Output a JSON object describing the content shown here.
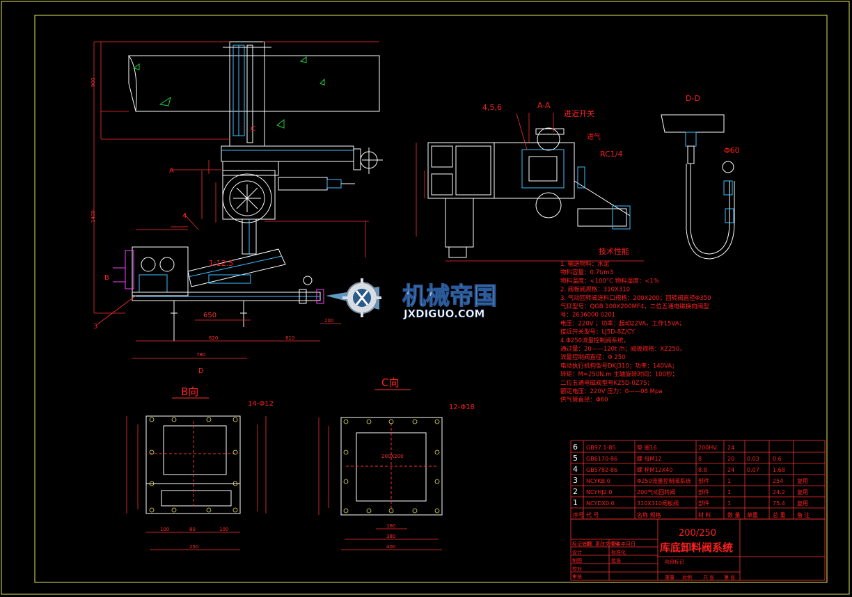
{
  "colors": {
    "background": "#000000",
    "frame": "#e8e860",
    "outline": "#ffffff",
    "dimension": "#ff3030",
    "accent_cyan": "#40c0ff",
    "accent_green": "#20d040",
    "accent_magenta": "#ff40ff",
    "accent_blue": "#4060ff"
  },
  "views": {
    "aa": "A-A",
    "dd": "D-D",
    "b_view": "B向",
    "c_view": "C向",
    "scale_note": "1:12.5",
    "label_c": "C",
    "label_a": "A",
    "label_b": "B",
    "label_d": "D",
    "label_4": "4",
    "label_3": "3",
    "label_456": "4,5,6",
    "label_switch": "进近开关",
    "label_rc": "RC1/4",
    "label_gas": "进气",
    "hole_14": "14-Φ12",
    "hole_12": "12-Φ18",
    "dim_650": "650",
    "phi_60": "Φ60"
  },
  "tech": {
    "title": "技术性能",
    "lines": [
      "1. 输送物料：水泥",
      "   物料容量：0.7t/m3",
      "   物料温度：<100°C   物料湿度：<1%",
      "2. 阀板阀规格：310X310",
      "3. 气动回转阀送料口规格：200X200；回转阀直径Φ350",
      "   气缸型号：QGB 100X200MF4，二位五通电磁换向阀型",
      "号：2636000 0201",
      "电压：220V ；功率：起动22VA，工作15VA；",
      "接近开关型号：LJ5D-8Z/CY",
      "4.Φ250流量控制阀系统，",
      "通过量：20——120t /h；阀板规格：XZ250，",
      "流量控制阀直径：Φ 250",
      "电动执行机构型号DKJ310；功率：140VA；",
      "转矩：M=250N.m      主轴旋转时间：100秒；",
      "二位五通电磁阀型号K25D-0Z7S；",
      "额定电压：220V   压力：0——08 Mpa",
      "供气管直径：Φ60"
    ]
  },
  "bom": {
    "rows": [
      {
        "no": "6",
        "code": "GB97.1-85",
        "name": "垫 圈16",
        "mat": "200HV",
        "qty": "24",
        "unit": "",
        "total": "",
        "note": ""
      },
      {
        "no": "5",
        "code": "GB6170-86",
        "name": "螺 母M12",
        "mat": "8",
        "qty": "20",
        "unit": "0.03",
        "total": "0.6",
        "note": ""
      },
      {
        "no": "4",
        "code": "GB5782-86",
        "name": "螺 栓M12X40",
        "mat": "8.8",
        "qty": "24",
        "unit": "0.07",
        "total": "1.68",
        "note": ""
      },
      {
        "no": "3",
        "code": "NCYKB.0",
        "name": "Φ250流量控制阀系统",
        "mat": "部件",
        "qty": "1",
        "unit": "",
        "total": "254",
        "note": "复用"
      },
      {
        "no": "2",
        "code": "NCYHJ2.0",
        "name": "200气动回转阀",
        "mat": "部件",
        "qty": "1",
        "unit": "",
        "total": "24.2",
        "note": "复用"
      },
      {
        "no": "1",
        "code": "NCYDX0.0",
        "name": "310X310闸板阀",
        "mat": "部件",
        "qty": "1",
        "unit": "",
        "total": "75.4",
        "note": "复用"
      }
    ],
    "header": [
      "序号",
      "代 号",
      "名称 规格",
      "材 料",
      "数 量",
      "单重",
      "总 重",
      "备 注"
    ]
  },
  "title_block": {
    "model": "200/250",
    "name": "库底卸料阀系统",
    "left_labels": [
      "标记处数",
      "分区",
      "更改文件号",
      "签名",
      "年月日",
      "设计",
      "标准化",
      "制图",
      "批准",
      "校对",
      "审核"
    ],
    "right_labels": [
      "阶段标记",
      "重量",
      "比例",
      "共 张",
      "第 张"
    ]
  },
  "watermark": {
    "cn": "机械帝国",
    "en": "JXDIGUO.COM"
  }
}
